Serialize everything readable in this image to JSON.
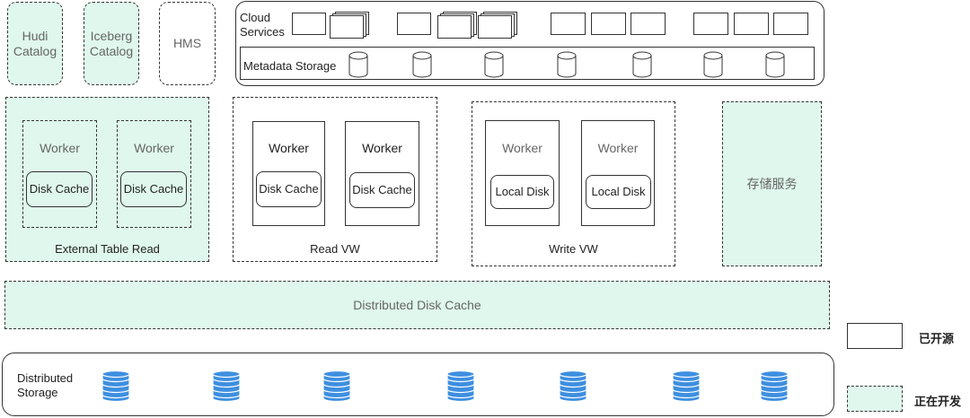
{
  "catalogs": {
    "hudi": "Hudi\nCatalog",
    "iceberg": "Iceberg\nCatalog",
    "hms": "HMS"
  },
  "cloud": {
    "services_label": "Cloud\nServices",
    "metadata_label": "Metadata Storage"
  },
  "external_read": {
    "title": "External Table Read",
    "workers": [
      {
        "label": "Worker",
        "cache": "Disk Cache"
      },
      {
        "label": "Worker",
        "cache": "Disk Cache"
      }
    ]
  },
  "read_vw": {
    "title": "Read VW",
    "workers": [
      {
        "label": "Worker",
        "cache": "Disk Cache"
      },
      {
        "label": "Worker",
        "cache": "Disk Cache"
      }
    ]
  },
  "write_vw": {
    "title": "Write VW",
    "workers": [
      {
        "label": "Worker",
        "disk": "Local Disk"
      },
      {
        "label": "Worker",
        "disk": "Local Disk"
      }
    ]
  },
  "storage_service": "存储服务",
  "distributed_cache": "Distributed Disk Cache",
  "distributed_storage": "Distributed\nStorage",
  "legend": {
    "open_sourced": "已开源",
    "in_development": "正在开发"
  },
  "colors": {
    "in_development_fill": "#dff7ec",
    "db_blue": "#3e8fe0"
  }
}
